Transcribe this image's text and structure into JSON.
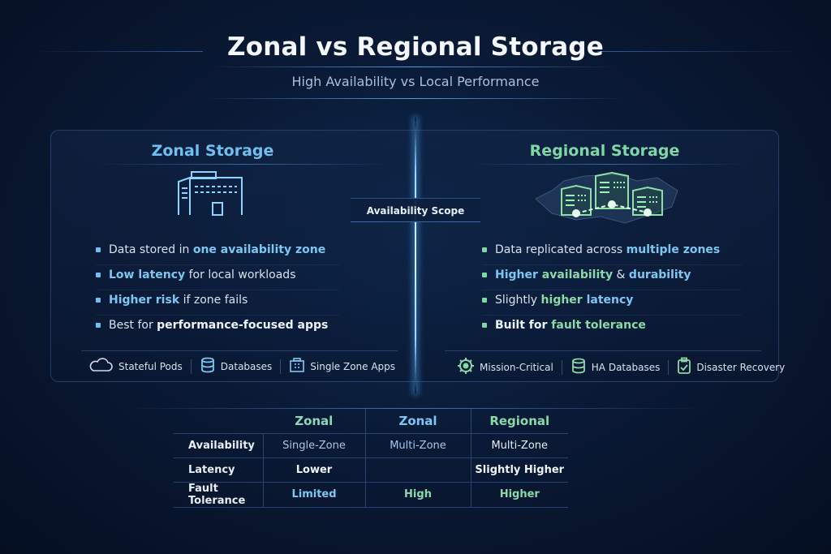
{
  "header": {
    "title": "Zonal vs Regional Storage",
    "subtitle": "High Availability vs Local Performance"
  },
  "center": {
    "scope_label": "Availability Scope"
  },
  "colors": {
    "zonal_accent": "#6fbff0",
    "regional_accent": "#7fd6a6",
    "background": "#0a1a36"
  },
  "zonal": {
    "title": "Zonal Storage",
    "icon": "building-icon",
    "bullets": [
      {
        "pre": "Data stored in ",
        "hl": "one availability zone",
        "post": ""
      },
      {
        "pre": "",
        "hl": "Low latency",
        "post": " for local workloads"
      },
      {
        "pre": "",
        "hl": "Higher risk",
        "post": " if zone fails"
      },
      {
        "pre": "Best for ",
        "hl": "performance-focused apps",
        "post": ""
      }
    ],
    "tags": [
      {
        "icon": "cloud-icon",
        "label": "Stateful Pods"
      },
      {
        "icon": "database-icon",
        "label": "Databases"
      },
      {
        "icon": "app-box-icon",
        "label": "Single Zone Apps"
      }
    ]
  },
  "regional": {
    "title": "Regional Storage",
    "icon": "multi-building-network-icon",
    "bullets": [
      {
        "pre": "Data replicated across ",
        "hl": "multiple zones",
        "post": ""
      },
      {
        "a": "Higher",
        "b": " availability",
        "c": " & ",
        "d": "durability"
      },
      {
        "pre": "Slightly ",
        "hl1": "higher",
        "hl2": " latency"
      },
      {
        "pre": "Built for ",
        "hl": "fault tolerance"
      }
    ],
    "tags": [
      {
        "icon": "gear-icon",
        "label": "Mission-Critical"
      },
      {
        "icon": "database-icon",
        "label": "HA Databases"
      },
      {
        "icon": "clipboard-check-icon",
        "label": "Disaster Recovery"
      }
    ]
  },
  "table": {
    "headers": [
      "",
      "Zonal",
      "Zonal",
      "Regional"
    ],
    "rows": [
      {
        "label": "Availability",
        "values": [
          "Single-Zone",
          "Multi-Zone",
          "Multi-Zone"
        ]
      },
      {
        "label": "Latency",
        "values": [
          "Lower",
          "",
          "Slightly Higher"
        ]
      },
      {
        "label": "Fault Tolerance",
        "values": [
          "Limited",
          "High",
          "Higher"
        ]
      }
    ]
  }
}
